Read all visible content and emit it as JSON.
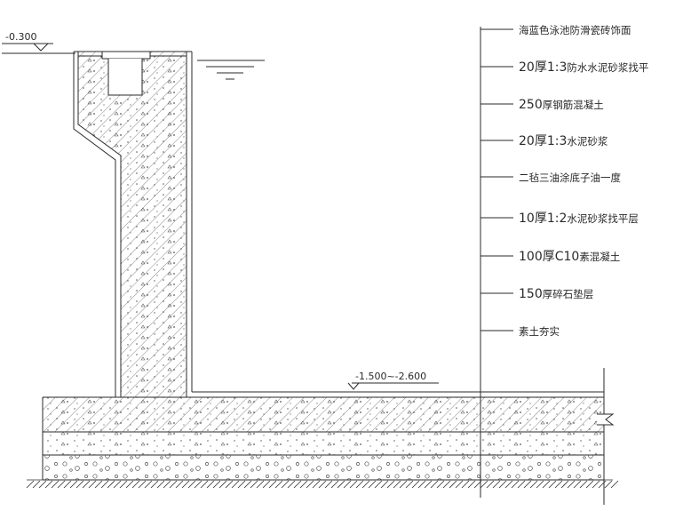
{
  "elevations": {
    "top": "-0.300",
    "bottom": "-1.500~-2.600"
  },
  "layers": [
    {
      "lead": "",
      "rest": "海蓝色泳池防滑瓷砖饰面"
    },
    {
      "lead": "20厚1:3",
      "rest": "防水水泥砂浆找平"
    },
    {
      "lead": "250",
      "rest": "厚钢筋混凝土"
    },
    {
      "lead": "20厚1:3",
      "rest": "水泥砂浆"
    },
    {
      "lead": "",
      "rest": "二毡三油涂底子油一度"
    },
    {
      "lead": "10厚1:2",
      "rest": "水泥砂浆找平层"
    },
    {
      "lead": "100厚C10",
      "rest": "素混凝土"
    },
    {
      "lead": "150",
      "rest": "厚碎石垫层"
    },
    {
      "lead": "",
      "rest": "素土夯实"
    }
  ],
  "colors": {
    "line": "#2a2a2a",
    "hatch": "#555555"
  }
}
